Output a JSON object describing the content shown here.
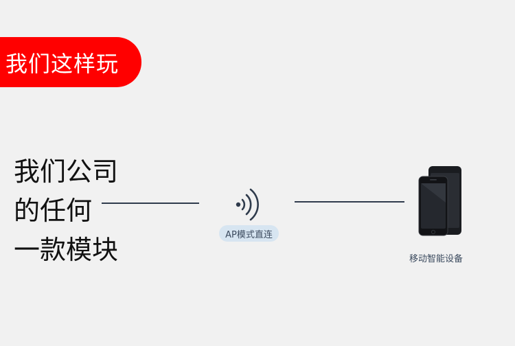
{
  "banner": {
    "title": "我们这样玩"
  },
  "headline": {
    "lines": [
      "我们公司",
      "的任何",
      "一款模块"
    ]
  },
  "connection": {
    "mode_label": "AP模式直连"
  },
  "device": {
    "label": "移动智能设备"
  },
  "colors": {
    "banner_red": "#ff0000",
    "line_navy": "#2f3b4c",
    "badge_bg": "#d7e5f1",
    "background": "#f1f1f1"
  },
  "icons": {
    "signal": "wifi-signal-icon",
    "device": "smartphones-icon"
  }
}
